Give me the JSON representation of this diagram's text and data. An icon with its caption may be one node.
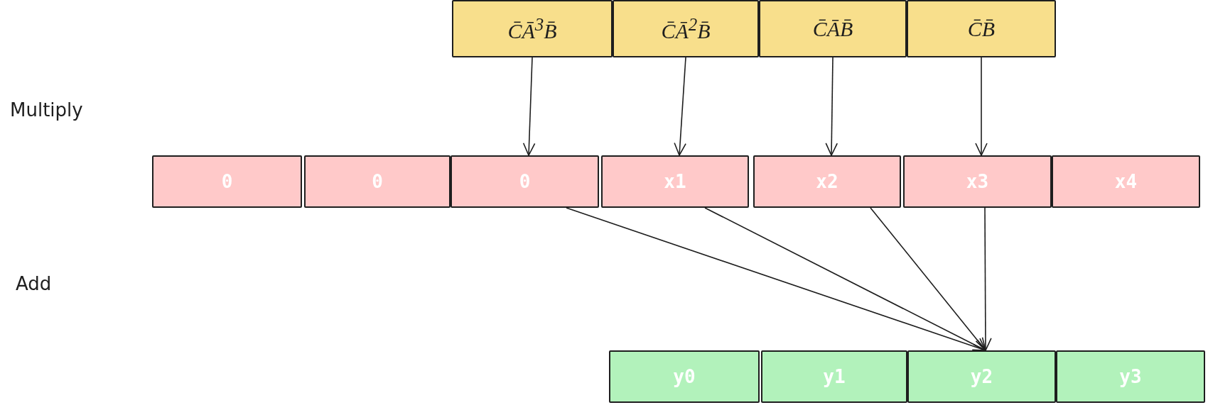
{
  "diagram": {
    "nodes": [
      {
        "text": [
          "C̄Ā$^{3}$B̄"
        ]
      },
      {
        "text": [
          "C̄Ā$^{2}$B̄"
        ]
      },
      {
        "text": [
          "C̄ĀB̄"
        ]
      },
      {
        "text": [
          "C̄B̄"
        ]
      },
      {
        "text": [
          "0"
        ]
      },
      {
        "text": [
          "0"
        ]
      },
      {
        "text": [
          "0"
        ]
      },
      {
        "text": [
          "x1"
        ]
      },
      {
        "text": [
          "x2"
        ]
      },
      {
        "text": [
          "x3"
        ]
      },
      {
        "text": [
          "x4"
        ]
      },
      {
        "text": [
          "y0"
        ]
      },
      {
        "text": [
          "y1"
        ]
      },
      {
        "text": [
          "y2"
        ]
      },
      {
        "text": [
          "y3"
        ]
      }
    ],
    "edges": [
      {
        "from": 0,
        "to": 6,
        "arrow": "to"
      },
      {
        "from": 1,
        "to": 7,
        "arrow": "to"
      },
      {
        "from": 2,
        "to": 8,
        "arrow": "to"
      },
      {
        "from": 3,
        "to": 9,
        "arrow": "to"
      },
      {
        "from": 6,
        "to": 13,
        "arrow": "to"
      },
      {
        "from": 7,
        "to": 13,
        "arrow": "to"
      },
      {
        "from": 8,
        "to": 13,
        "arrow": "to"
      },
      {
        "from": 9,
        "to": 13,
        "arrow": "to"
      }
    ],
    "labels": [
      "Multiply",
      "Add"
    ]
  }
}
